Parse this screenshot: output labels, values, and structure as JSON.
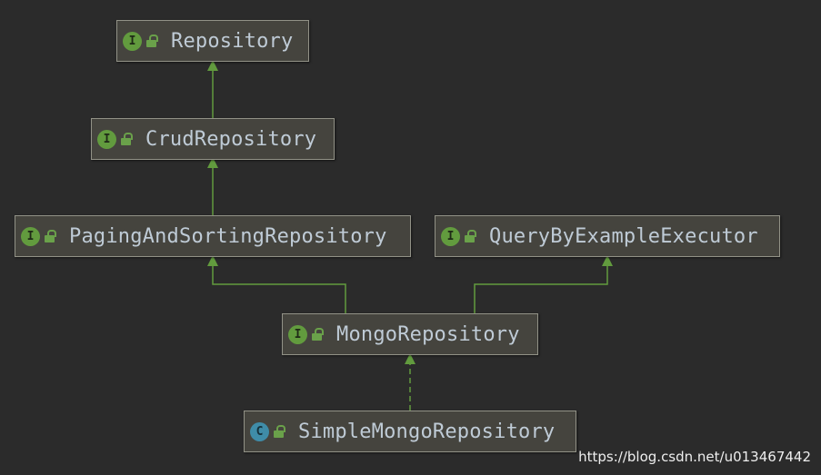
{
  "colors": {
    "background": "#2b2b2b",
    "node_fill": "#45443e",
    "node_border": "#929287",
    "node_text": "#bfcbd6",
    "edge": "#629b3e",
    "interface_badge": "#629b3e",
    "class_badge": "#3f8ca8"
  },
  "nodes": {
    "repository": {
      "label": "Repository",
      "kind": "interface",
      "badge": "I",
      "icon": "interface-icon"
    },
    "crud": {
      "label": "CrudRepository",
      "kind": "interface",
      "badge": "I",
      "icon": "interface-icon"
    },
    "paging": {
      "label": "PagingAndSortingRepository",
      "kind": "interface",
      "badge": "I",
      "icon": "interface-icon"
    },
    "qbe": {
      "label": "QueryByExampleExecutor",
      "kind": "interface",
      "badge": "I",
      "icon": "interface-icon"
    },
    "mongo": {
      "label": "MongoRepository",
      "kind": "interface",
      "badge": "I",
      "icon": "interface-icon"
    },
    "simple": {
      "label": "SimpleMongoRepository",
      "kind": "class",
      "badge": "C",
      "icon": "class-icon"
    }
  },
  "edges": [
    {
      "from": "crud",
      "to": "repository",
      "type": "extends"
    },
    {
      "from": "paging",
      "to": "crud",
      "type": "extends"
    },
    {
      "from": "mongo",
      "to": "paging",
      "type": "extends"
    },
    {
      "from": "mongo",
      "to": "qbe",
      "type": "extends"
    },
    {
      "from": "simple",
      "to": "mongo",
      "type": "implements"
    }
  ],
  "watermark": "https://blog.csdn.net/u013467442"
}
